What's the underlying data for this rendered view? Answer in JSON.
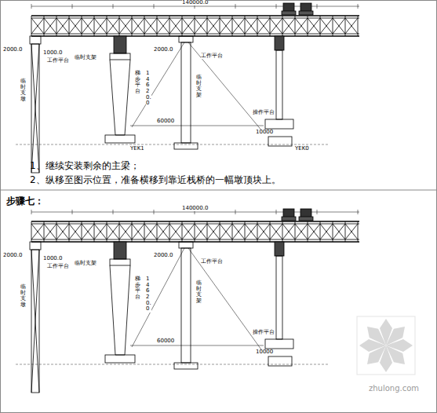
{
  "diagram": {
    "nodes": [
      {
        "text": [
          "1、继续安装剩余的主梁；",
          "2、纵移至图示位置，准备横移到靠近栈桥的一幅墩顶块上。"
        ]
      },
      {
        "text": [
          "步骤七："
        ]
      }
    ],
    "labels": [
      "140000.0",
      "2000.0",
      "1000.0",
      "工作平台",
      "临时支架",
      "2000.0",
      "工作平台",
      "临时支墩",
      "梯步平台",
      "临时支架",
      "14620.0",
      "60000",
      "操作平台",
      "10000",
      "YEK1",
      "YEK0",
      "140000.0",
      "2000.0",
      "1000.0",
      "工作平台",
      "临时支架",
      "2000.0",
      "工作平台",
      "临时支墩",
      "梯步平台",
      "临时支架",
      "14620.0",
      "60000",
      "操作平台",
      "10000",
      "zhulong.com"
    ]
  }
}
